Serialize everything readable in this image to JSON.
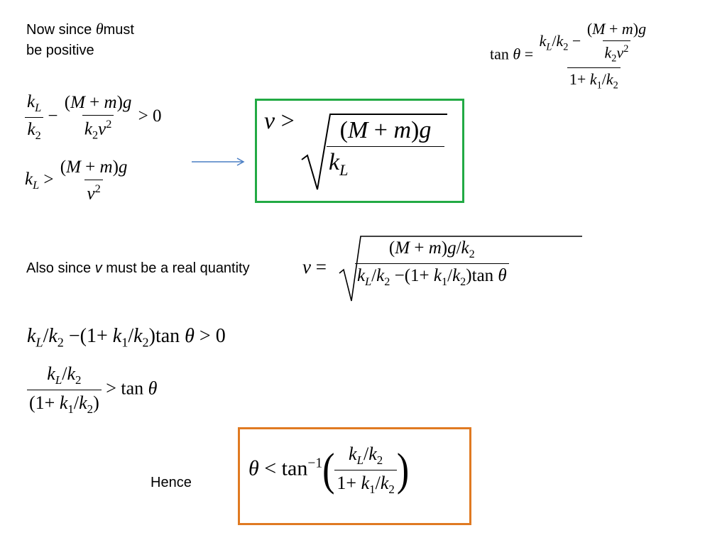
{
  "text": {
    "now_since": "Now since",
    "theta_symbol": "θ",
    "must": "must",
    "be_positive": "be positive",
    "also_since": "Also since",
    "v_var": "v",
    "must_real": "must be a real quantity",
    "hence": "Hence"
  },
  "colors": {
    "green_box": "#22aa44",
    "orange_box": "#e07a22",
    "arrow": "#4a7ec4"
  }
}
